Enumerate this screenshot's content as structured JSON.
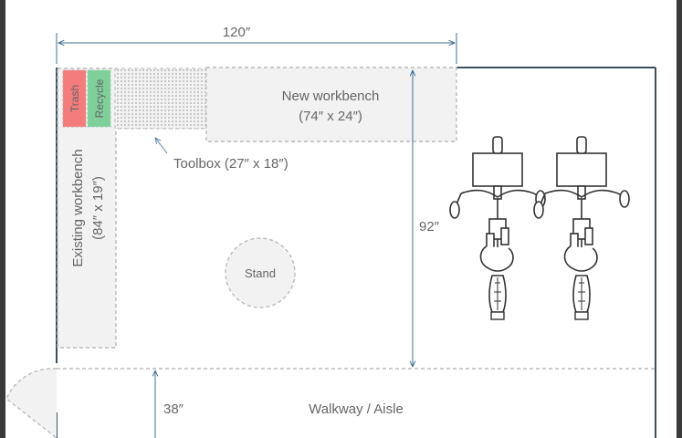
{
  "dimensions": {
    "width_label": "120″",
    "height_label": "92″",
    "walkway_label": "38″"
  },
  "labels": {
    "new_workbench_title": "New workbench",
    "new_workbench_size": "(74″ x 24″)",
    "existing_workbench_title": "Existing workbench",
    "existing_workbench_size": "(84″ x 19″)",
    "toolbox": "Toolbox (27″ x 18″)",
    "stand": "Stand",
    "walkway": "Walkway / Aisle",
    "trash": "Trash",
    "recycle": "Recycle"
  },
  "colors": {
    "trash": "#f47c7c",
    "recycle": "#7fcf9a",
    "dimension_line": "#3e6f96",
    "wall": "#3b4f5e",
    "dashed": "#bbbbbb"
  },
  "icons": [
    "bicycle-icon",
    "bicycle-icon"
  ]
}
